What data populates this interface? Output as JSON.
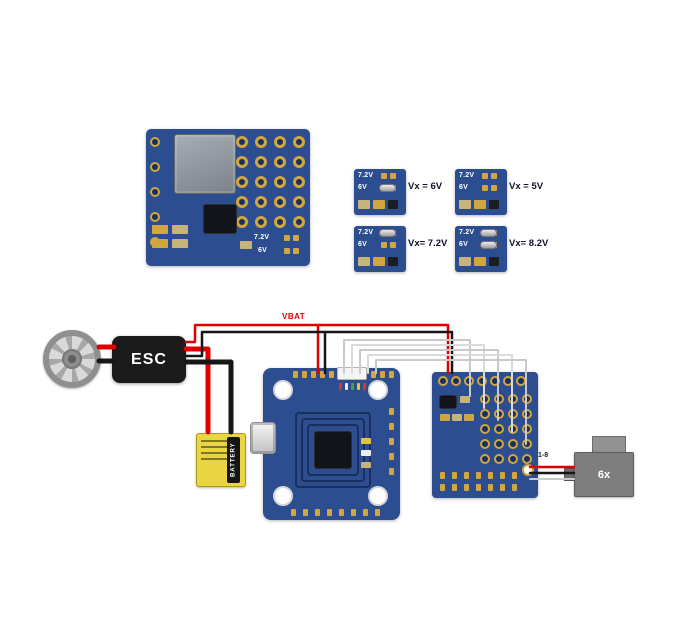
{
  "regulator_board": {
    "jumper": {
      "top": "7.2V",
      "bottom": "6V"
    }
  },
  "jumper_variants": [
    {
      "top": "7.2V",
      "bottom": "6V",
      "result": "Vx = 6V"
    },
    {
      "top": "7.2V",
      "bottom": "6V",
      "result": "Vx = 5V"
    },
    {
      "top": "7.2V",
      "bottom": "6V",
      "result": "Vx= 7.2V"
    },
    {
      "top": "7.2V",
      "bottom": "6V",
      "result": "Vx= 8.2V"
    }
  ],
  "wiring": {
    "esc_label": "ESC",
    "vbat_label": "VBAT",
    "battery_label": "BATTERY",
    "servo_label": "6x",
    "servo_channels_label": "1-8"
  },
  "colors": {
    "pcb_blue": "#2c4e90",
    "pad_gold": "#d1a63e",
    "wire_red": "#e00000",
    "wire_black": "#161616",
    "wire_gray": "#c9c9c9",
    "battery_yellow": "#e8d541"
  }
}
